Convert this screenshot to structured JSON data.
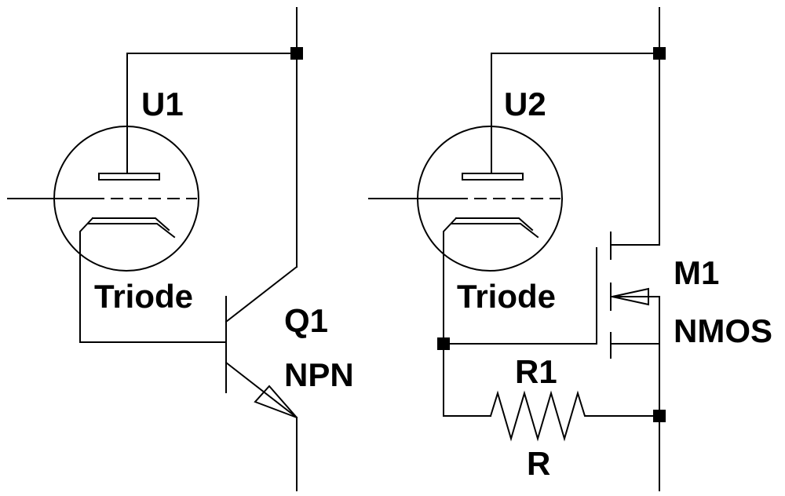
{
  "circuit_left": {
    "tube": {
      "ref": "U1",
      "value": "Triode"
    },
    "transistor": {
      "ref": "Q1",
      "value": "NPN"
    }
  },
  "circuit_right": {
    "tube": {
      "ref": "U2",
      "value": "Triode"
    },
    "mosfet": {
      "ref": "M1",
      "value": "NMOS"
    },
    "resistor": {
      "ref": "R1",
      "value": "R"
    }
  },
  "colors": {
    "line": "#000000",
    "background": "#ffffff"
  }
}
